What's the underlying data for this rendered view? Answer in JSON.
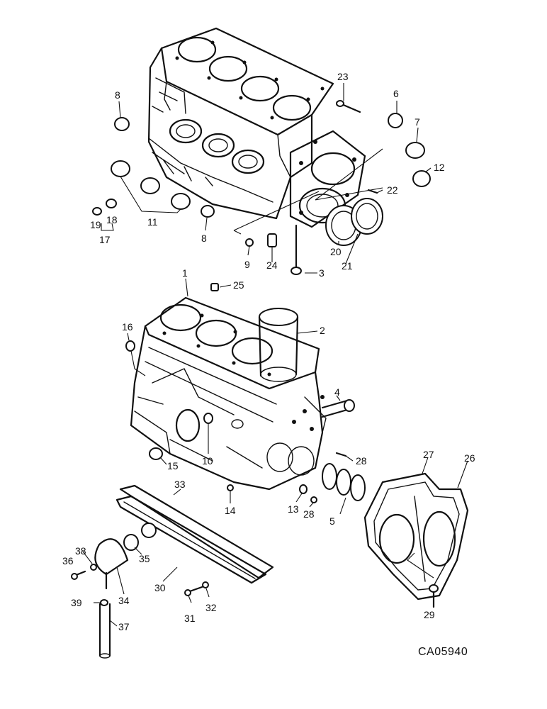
{
  "figure_code": "CA05940",
  "labels": [
    "8",
    "6",
    "23",
    "7",
    "12",
    "22",
    "11",
    "19",
    "18",
    "17",
    "8",
    "9",
    "24",
    "20",
    "21",
    "3",
    "1",
    "25",
    "2",
    "16",
    "4",
    "15",
    "10",
    "28",
    "14",
    "13",
    "28",
    "5",
    "27",
    "26",
    "33",
    "38",
    "36",
    "35",
    "34",
    "30",
    "39",
    "31",
    "32",
    "37",
    "29"
  ],
  "colors": {
    "ink": "#111111",
    "paper": "#ffffff"
  }
}
